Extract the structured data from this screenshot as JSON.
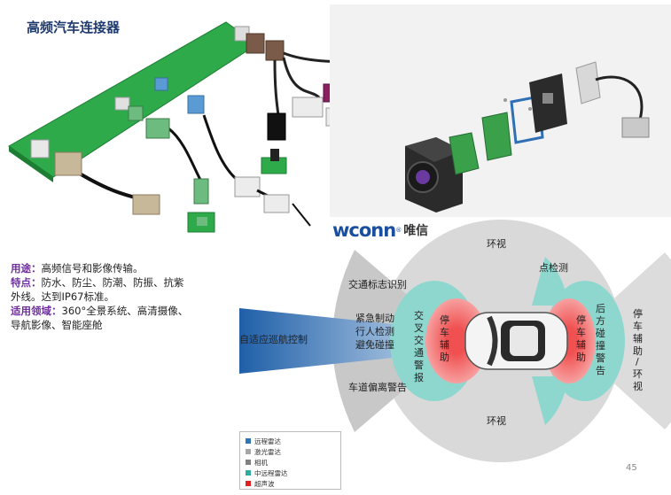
{
  "title": "高频汽车连接器",
  "description": {
    "usage_label": "用途：",
    "usage_text": "高频信号和影像传输。",
    "feature_label": "特点：",
    "feature_text": "防水、防尘、防潮、防振、抗紫外线。达到IP67标准。",
    "application_label": "适用领域：",
    "application_text": "360°全景系统、高清摄像、导航影像、智能座舱"
  },
  "logo": {
    "brand": "wconn",
    "registered": "®",
    "chinese": "唯信"
  },
  "diagram": {
    "labels": {
      "surround_view_top": "环视",
      "surround_view_bottom": "环视",
      "point_detection": "点检测",
      "traffic_sign": "交通标志识别",
      "emergency_brake": [
        "紧急制动",
        "行人检测",
        "避免碰撞"
      ],
      "adaptive_cruise": "自适应巡航控制",
      "cross_traffic": [
        "交",
        "叉",
        "交",
        "通",
        "警",
        "报"
      ],
      "park_assist_front": [
        "停",
        "车",
        "辅",
        "助"
      ],
      "park_assist_rear": [
        "停",
        "车",
        "辅",
        "助"
      ],
      "rear_collision": [
        "后",
        "方",
        "碰",
        "撞",
        "警",
        "告"
      ],
      "park_assist_surround": [
        "停",
        "车",
        "辅",
        "助",
        "/",
        "环",
        "视"
      ],
      "lane_departure": "车道偏离警告"
    }
  },
  "legend": [
    {
      "label": "远程雷达",
      "color": "#2e75b6"
    },
    {
      "label": "激光雷达",
      "color": "#a6a6a6"
    },
    {
      "label": "相机",
      "color": "#808080"
    },
    {
      "label": "中远程雷达",
      "color": "#2eaaa0"
    },
    {
      "label": "超声波",
      "color": "#e02020"
    }
  ],
  "page_number": "45"
}
